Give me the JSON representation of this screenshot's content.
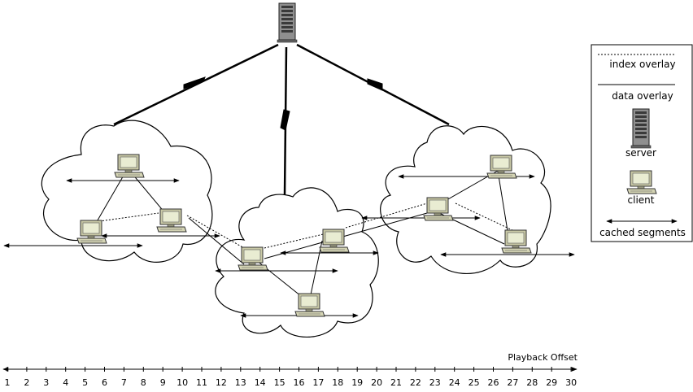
{
  "legend": {
    "index_overlay": "index overlay",
    "data_overlay": "data overlay",
    "server": "server",
    "client": "client",
    "cached_segments": "cached segments"
  },
  "axis": {
    "label": "Playback Offset",
    "ticks": [
      "1",
      "2",
      "3",
      "4",
      "5",
      "6",
      "7",
      "8",
      "9",
      "10",
      "11",
      "12",
      "13",
      "14",
      "15",
      "16",
      "17",
      "18",
      "19",
      "20",
      "21",
      "22",
      "23",
      "24",
      "25",
      "26",
      "27",
      "28",
      "29",
      "30"
    ]
  }
}
